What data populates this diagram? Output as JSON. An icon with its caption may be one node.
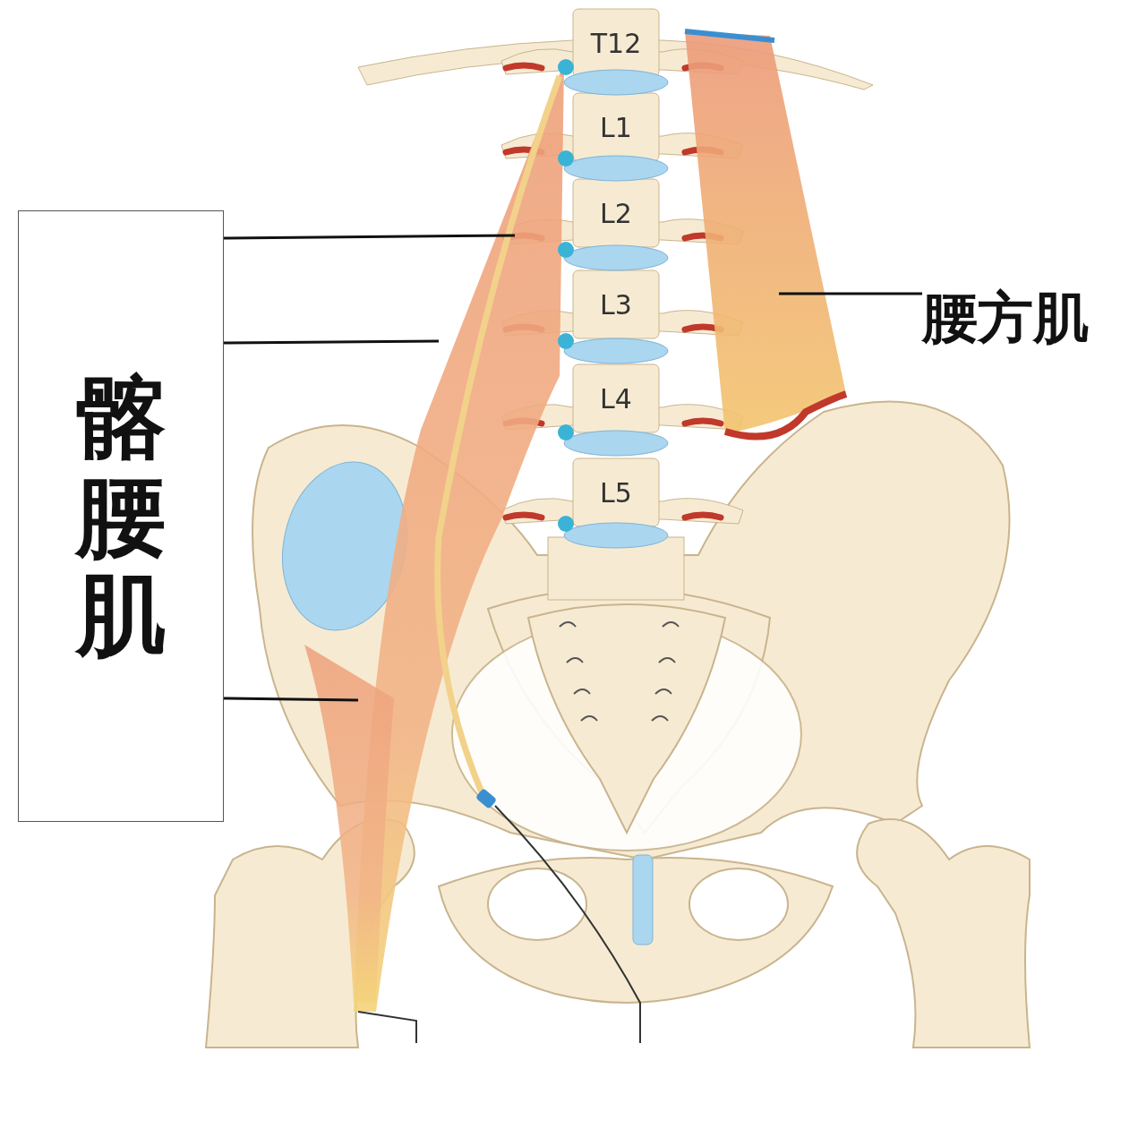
{
  "diagram": {
    "nodes": [
      {
        "text": [
          "髂腰肌"
        ]
      },
      {
        "text": [
          "腰方肌"
        ]
      }
    ],
    "edges": [
      {
        "from": 0,
        "to": null,
        "arrow": "none"
      },
      {
        "from": 0,
        "to": null,
        "arrow": "none"
      },
      {
        "from": 0,
        "to": null,
        "arrow": "none"
      },
      {
        "from": 1,
        "to": null,
        "arrow": "none"
      }
    ],
    "labels": [
      "T12",
      "L1",
      "L2",
      "L3",
      "L4",
      "L5"
    ]
  }
}
